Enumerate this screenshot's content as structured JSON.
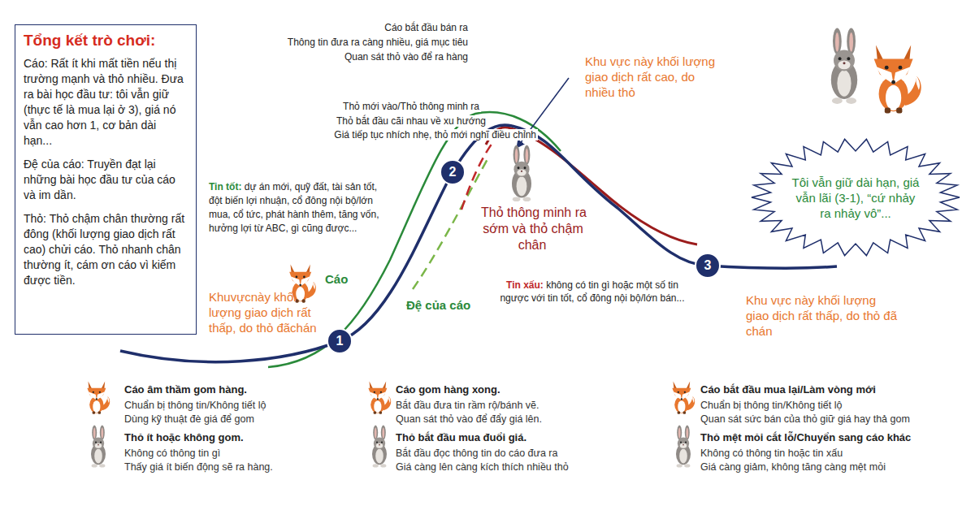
{
  "diagram": {
    "nodes": [
      {
        "text": [
          "Tổng kết trò chơi:",
          "Cáo: Rất ít khi mất tiền nếu thị trường mạnh và thỏ nhiều. Đưa ra bài học đầu tư: tôi vẫn giữ (thực tế là mua lại ở 3), giá nó vẫn cao hơn 1, cơ bản dài hạn...",
          "Đệ của cáo: Truyền đạt lại những bài học đầu tư của cáo và im dần.",
          "Thỏ: Thỏ chậm chân thường rất đông (khối lượng giao dịch rất cao) chửi cáo. Thỏ nhanh chân thường ít, cám ơn cáo vì kiếm được tiền."
        ]
      },
      {
        "text": [
          "1"
        ]
      },
      {
        "text": [
          "2"
        ]
      },
      {
        "text": [
          "3"
        ]
      },
      {
        "text": [
          "Tôi vẫn giữ dài hạn, giá vẫn lãi (3-1), “cứ nhảy ra nhảy vô”..."
        ]
      }
    ],
    "labels": [
      "Cáo bắt đầu bán ra",
      "Thông tin đưa ra càng nhiều, giá mục tiêu",
      "Quan sát thỏ vào để ra hàng",
      "Thỏ mới vào/Thỏ thông minh ra",
      "Thỏ bắt đầu cãi nhau về xu hướng",
      "Giá tiếp tục nhích nhẹ, thỏ mới nghĩ điều chỉnh",
      "Khu vực này khối lượng giao dịch rất cao, do nhiều thỏ",
      "Tin tốt:",
      "dự án mới, quỹ đất, tài sản tốt, đột biến lợi nhuận, cổ đông nội bộ/lớn mua, cổ tức, phát hành thêm, tăng vốn, hưởng lợi từ ABC, gì cũng được...",
      "Cáo",
      "Khuvựcnày khối lượng giao dịch rất thấp, do thỏ đãchán",
      "Đệ của cáo",
      "Thỏ thông minh ra sớm và thỏ chậm chân",
      "Tin xấu:",
      "không có tin gì hoặc một số tin ngược với tin tốt, cổ đông nội bộ/lớn bán...",
      "Khu vực này khối lượng giao dịch rất thấp, do thỏ đã chán",
      "Cáo âm thầm gom hàng.",
      "Chuẩn bị thông tin/Không tiết lộ",
      "Dùng kỹ thuật đè giá để gom",
      "Thỏ ít hoặc không gom.",
      "Không có thông tin gì",
      "Thấy giá ít biến động sẽ ra hàng.",
      "Cáo gom hàng xong.",
      "Bắt đầu đưa tin rầm rộ/bánh vẽ.",
      "Quan sát thỏ vào để đẩy giá lên.",
      "Thỏ bắt đầu mua đuổi giá.",
      "Bắt đầu đọc thông tin do cáo đưa ra",
      "Giá càng lên càng kích thích nhiều thỏ",
      "Cáo bắt đầu mua lại/Làm vòng mới",
      "Chuẩn bị thông tin/Không tiết lộ",
      "Quan sát sức bán của thỏ giữ giá hay thả gom",
      "Thỏ mệt mỏi cắt lỗ/Chuyển sang cáo khác",
      "Không có thông tin hoặc tin xấu",
      "Giá càng giảm, không tăng càng mệt mỏi"
    ]
  }
}
